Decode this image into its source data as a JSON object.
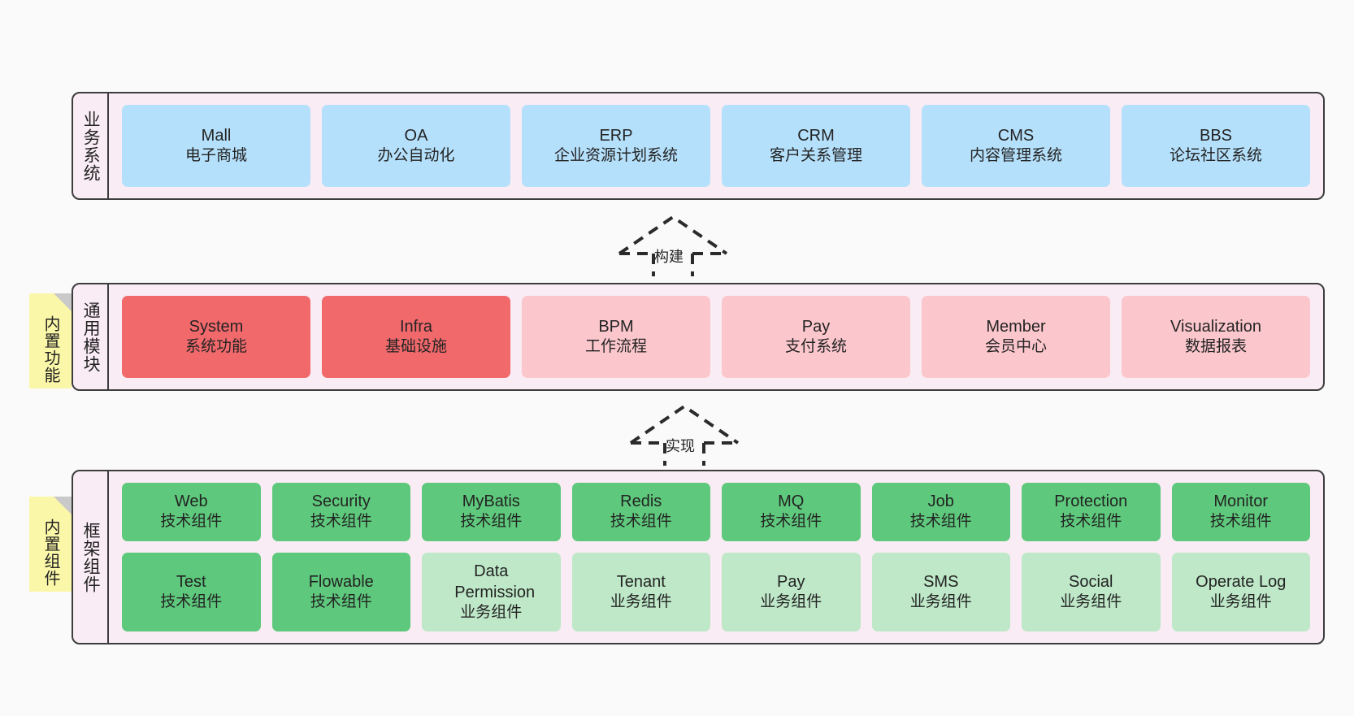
{
  "diagram": {
    "background_color": "#fafafa",
    "container_fill": "#f9ecf4",
    "container_border": "#3d3d3d",
    "note_fill": "#fbf7a8"
  },
  "notes": [
    {
      "id": "builtin-function",
      "label": "内置功能"
    },
    {
      "id": "builtin-component",
      "label": "内置组件"
    }
  ],
  "connectors": [
    {
      "id": "build",
      "label": "构建",
      "style": "dashed-hollow-arrow-up"
    },
    {
      "id": "implement",
      "label": "实现",
      "style": "dashed-hollow-arrow-up"
    }
  ],
  "layers": [
    {
      "id": "business-system",
      "title": "业务系统",
      "rows": [
        {
          "cards": [
            {
              "en": "Mall",
              "cn": "电子商城",
              "color": "#b5e0fb"
            },
            {
              "en": "OA",
              "cn": "办公自动化",
              "color": "#b5e0fb"
            },
            {
              "en": "ERP",
              "cn": "企业资源计划系统",
              "color": "#b5e0fb"
            },
            {
              "en": "CRM",
              "cn": "客户关系管理",
              "color": "#b5e0fb"
            },
            {
              "en": "CMS",
              "cn": "内容管理系统",
              "color": "#b5e0fb"
            },
            {
              "en": "BBS",
              "cn": "论坛社区系统",
              "color": "#b5e0fb"
            }
          ]
        }
      ]
    },
    {
      "id": "common-module",
      "title": "通用模块",
      "rows": [
        {
          "cards": [
            {
              "en": "System",
              "cn": "系统功能",
              "color": "#f2696c"
            },
            {
              "en": "Infra",
              "cn": "基础设施",
              "color": "#f2696c"
            },
            {
              "en": "BPM",
              "cn": "工作流程",
              "color": "#fbc7cd"
            },
            {
              "en": "Pay",
              "cn": "支付系统",
              "color": "#fbc7cd"
            },
            {
              "en": "Member",
              "cn": "会员中心",
              "color": "#fbc7cd"
            },
            {
              "en": "Visualization",
              "cn": "数据报表",
              "color": "#fbc7cd"
            }
          ]
        }
      ]
    },
    {
      "id": "framework-component",
      "title": "框架组件",
      "rows": [
        {
          "cards": [
            {
              "en": "Web",
              "cn": "技术组件",
              "color": "#5ec97c"
            },
            {
              "en": "Security",
              "cn": "技术组件",
              "color": "#5ec97c"
            },
            {
              "en": "MyBatis",
              "cn": "技术组件",
              "color": "#5ec97c"
            },
            {
              "en": "Redis",
              "cn": "技术组件",
              "color": "#5ec97c"
            },
            {
              "en": "MQ",
              "cn": "技术组件",
              "color": "#5ec97c"
            },
            {
              "en": "Job",
              "cn": "技术组件",
              "color": "#5ec97c"
            },
            {
              "en": "Protection",
              "cn": "技术组件",
              "color": "#5ec97c"
            },
            {
              "en": "Monitor",
              "cn": "技术组件",
              "color": "#5ec97c"
            }
          ]
        },
        {
          "cards": [
            {
              "en": "Test",
              "cn": "技术组件",
              "color": "#5ec97c"
            },
            {
              "en": "Flowable",
              "cn": "技术组件",
              "color": "#5ec97c"
            },
            {
              "en": "Data Permission",
              "cn": "业务组件",
              "color": "#bee8c8"
            },
            {
              "en": "Tenant",
              "cn": "业务组件",
              "color": "#bee8c8"
            },
            {
              "en": "Pay",
              "cn": "业务组件",
              "color": "#bee8c8"
            },
            {
              "en": "SMS",
              "cn": "业务组件",
              "color": "#bee8c8"
            },
            {
              "en": "Social",
              "cn": "业务组件",
              "color": "#bee8c8"
            },
            {
              "en": "Operate Log",
              "cn": "业务组件",
              "color": "#bee8c8"
            }
          ]
        }
      ]
    }
  ]
}
